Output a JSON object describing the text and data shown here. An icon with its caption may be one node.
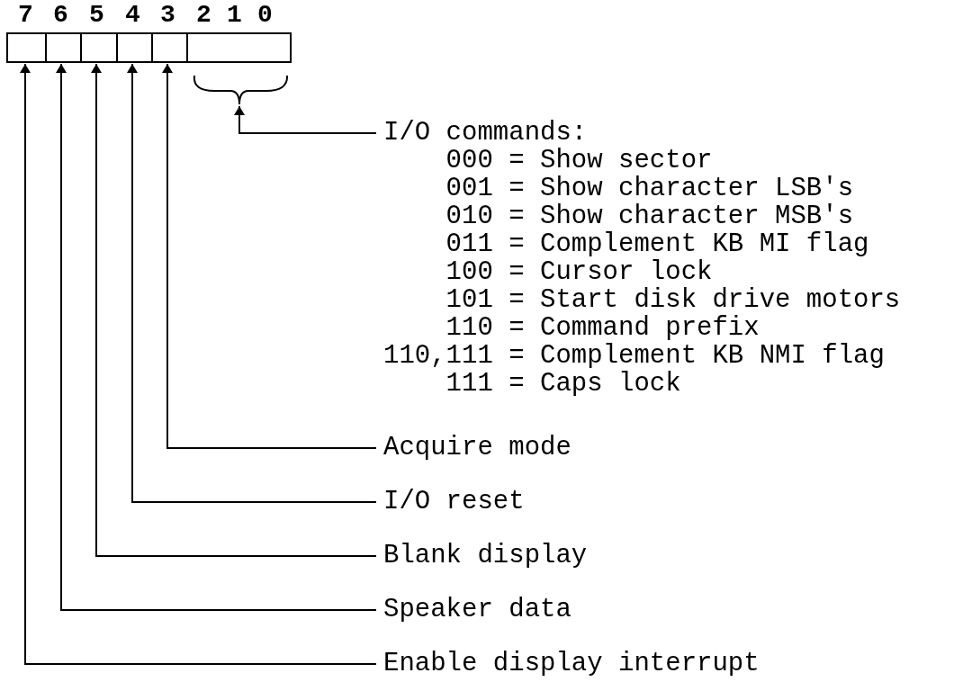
{
  "diagram": {
    "nodes": [
      {
        "text": [],
        "shape": "box"
      },
      {
        "text": [],
        "shape": "box"
      },
      {
        "text": [],
        "shape": "box"
      },
      {
        "text": [],
        "shape": "box"
      },
      {
        "text": [],
        "shape": "box"
      },
      {
        "text": [],
        "shape": "box"
      },
      {
        "text": [
          "I/O commands:",
          "000 = Show sector",
          "001 = Show character LSB's",
          "010 = Show character MSB's",
          "011 = Complement KB MI flag",
          "100 = Cursor lock",
          "101 = Start disk drive motors",
          "110 = Command prefix",
          "110,111 = Complement KB NMI flag",
          "111 = Caps lock"
        ]
      },
      {
        "text": [
          "Acquire mode"
        ]
      },
      {
        "text": [
          "I/O reset"
        ]
      },
      {
        "text": [
          "Blank display"
        ]
      },
      {
        "text": [
          "Speaker data"
        ]
      },
      {
        "text": [
          "Enable display interrupt"
        ]
      }
    ],
    "edges": [
      {
        "from": 6,
        "to": 5,
        "arrow": "to"
      },
      {
        "from": 7,
        "to": 4,
        "arrow": "to"
      },
      {
        "from": 8,
        "to": 3,
        "arrow": "to"
      },
      {
        "from": 9,
        "to": 2,
        "arrow": "to"
      },
      {
        "from": 10,
        "to": 1,
        "arrow": "to"
      },
      {
        "from": 11,
        "to": 0,
        "arrow": "to"
      }
    ],
    "labels": [
      "7",
      "6",
      "5",
      "4",
      "3",
      "2",
      "1",
      "0"
    ]
  }
}
